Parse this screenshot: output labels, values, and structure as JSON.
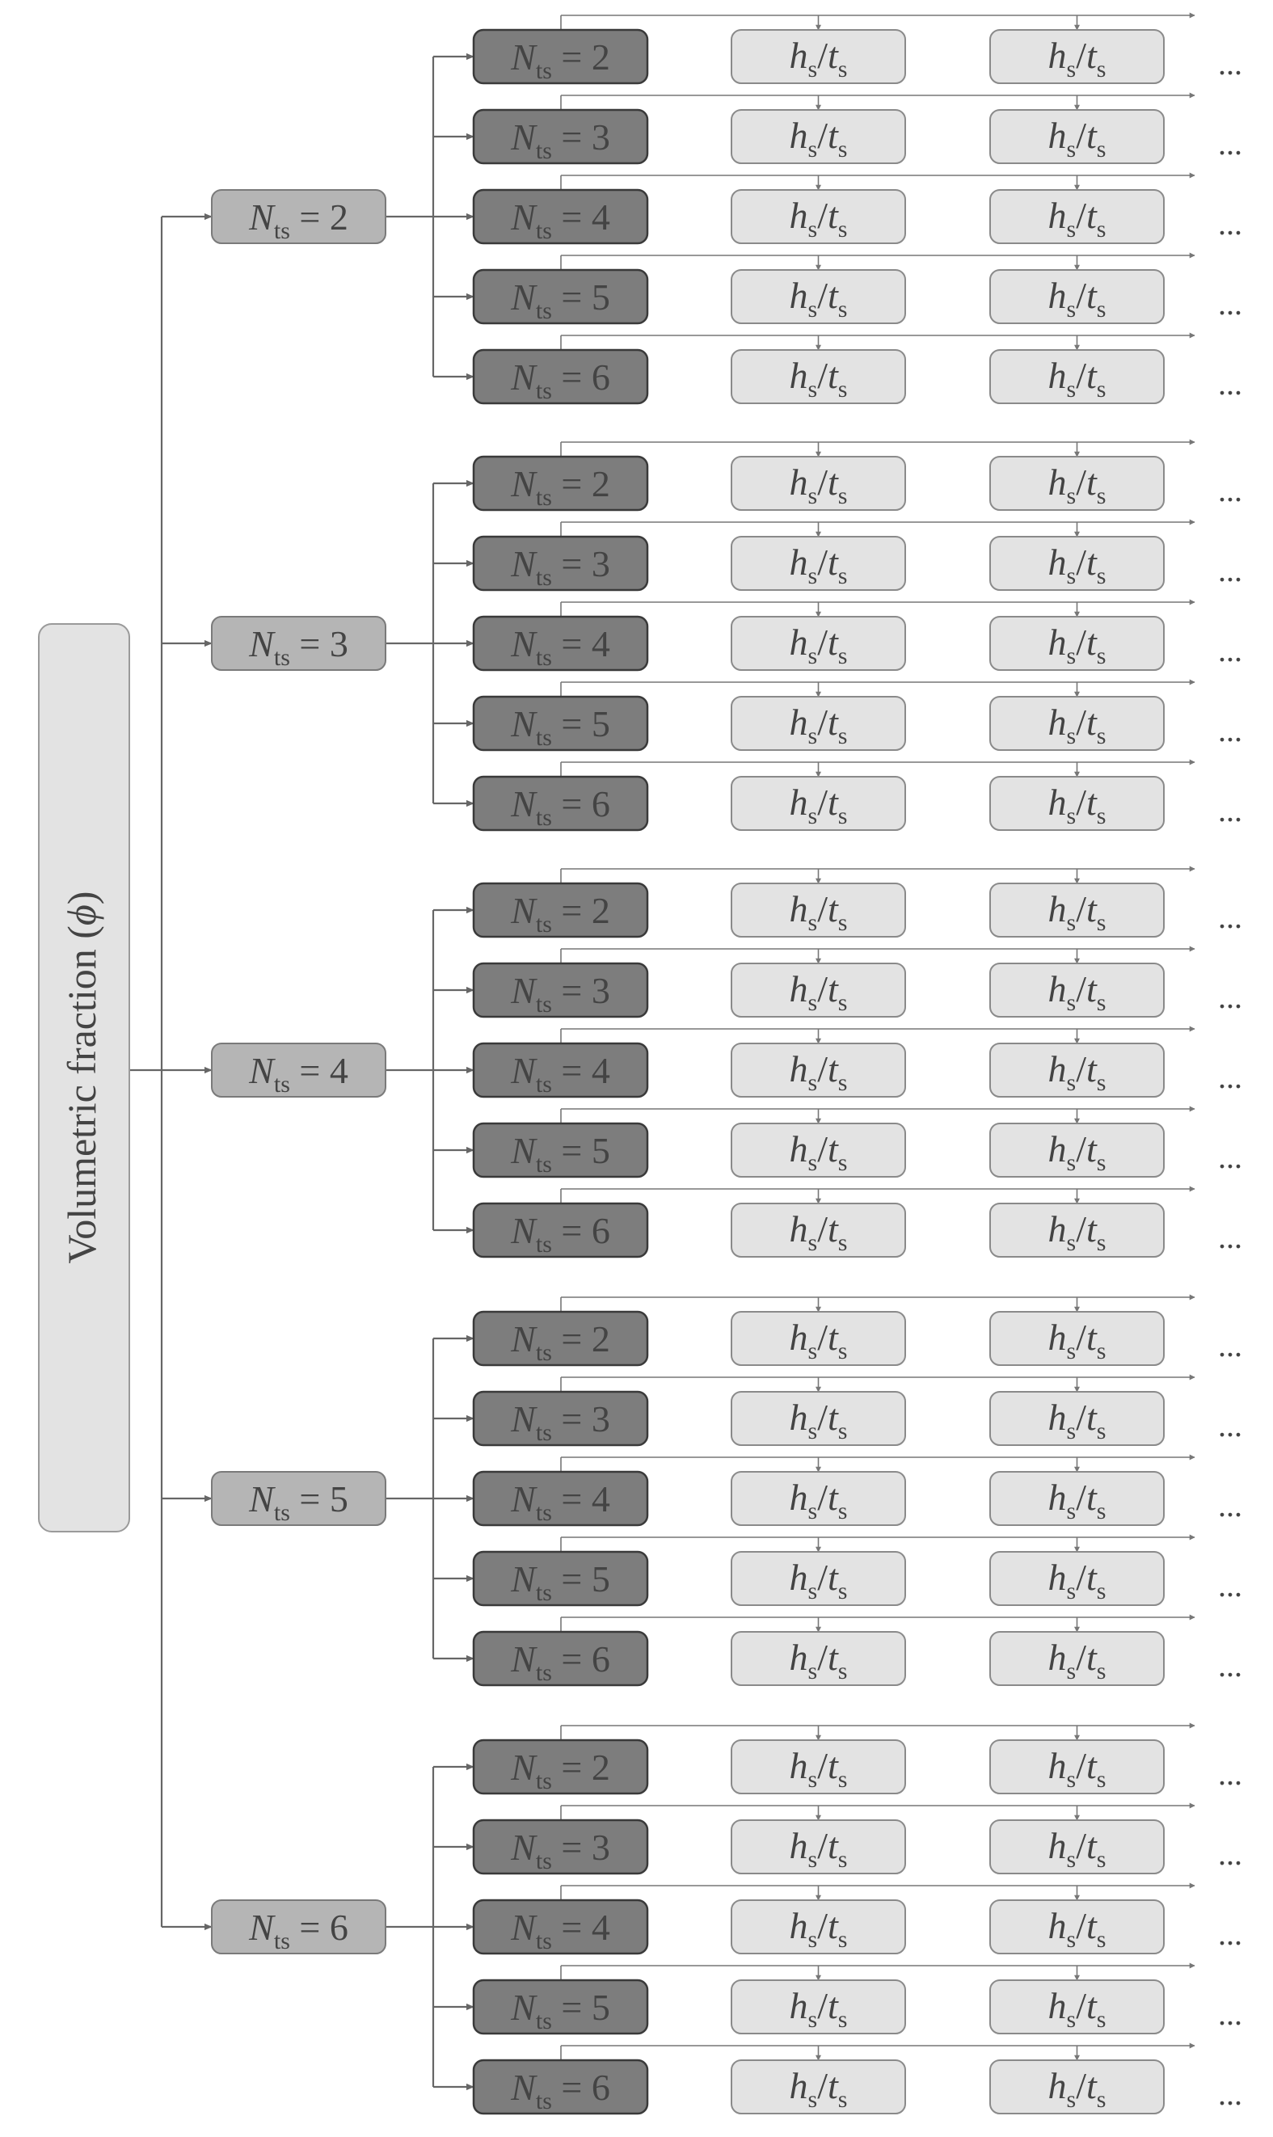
{
  "root": {
    "label": "Volumetric fraction (",
    "symbol": "ϕ",
    "close": ")"
  },
  "level1": [
    {
      "var": "N",
      "sub": "ts",
      "value": "= 2"
    },
    {
      "var": "N",
      "sub": "ts",
      "value": "= 3"
    },
    {
      "var": "N",
      "sub": "ts",
      "value": "= 4"
    },
    {
      "var": "N",
      "sub": "ts",
      "value": "= 5"
    },
    {
      "var": "N",
      "sub": "ts",
      "value": "= 6"
    }
  ],
  "level2": [
    {
      "var": "N",
      "sub": "ts",
      "value": "= 2"
    },
    {
      "var": "N",
      "sub": "ts",
      "value": "= 3"
    },
    {
      "var": "N",
      "sub": "ts",
      "value": "= 4"
    },
    {
      "var": "N",
      "sub": "ts",
      "value": "= 5"
    },
    {
      "var": "N",
      "sub": "ts",
      "value": "= 6"
    }
  ],
  "ratio": {
    "h": "h",
    "h_sub": "s",
    "slash": "/",
    "t": "t",
    "t_sub": "s"
  },
  "ellipsis": "...",
  "colors": {
    "root_fill": "#e3e3e3",
    "level1_fill": "#b5b5b5",
    "level2_fill": "#7d7d7d",
    "ratio_fill": "#e3e3e3",
    "connector": "#666666",
    "text": "#444444"
  }
}
